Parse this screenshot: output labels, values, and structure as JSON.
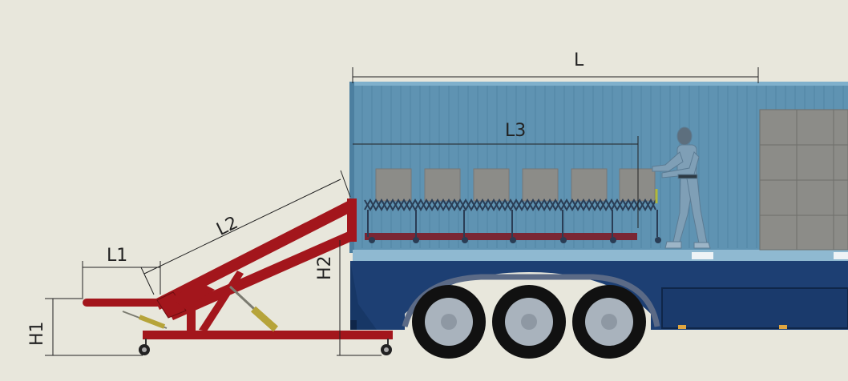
{
  "diagram": {
    "dimensions": {
      "L": "L",
      "L1": "L1",
      "L2": "L2",
      "L3": "L3",
      "H1": "H1",
      "H2": "H2"
    },
    "colors": {
      "background": "#e8e7dc",
      "container": "#5f93b2",
      "trailer": "#1d3f73",
      "loader": "#a3161c",
      "cylinder": "#b6a43a",
      "boxes": "#8c8c88",
      "tire": "#111111",
      "rim": "#a9b3bd",
      "worker": "#7f9fb6"
    },
    "icons": {
      "caster_wheels": "caster-wheel-icon",
      "truck_wheels": "truck-wheel-icon"
    }
  }
}
